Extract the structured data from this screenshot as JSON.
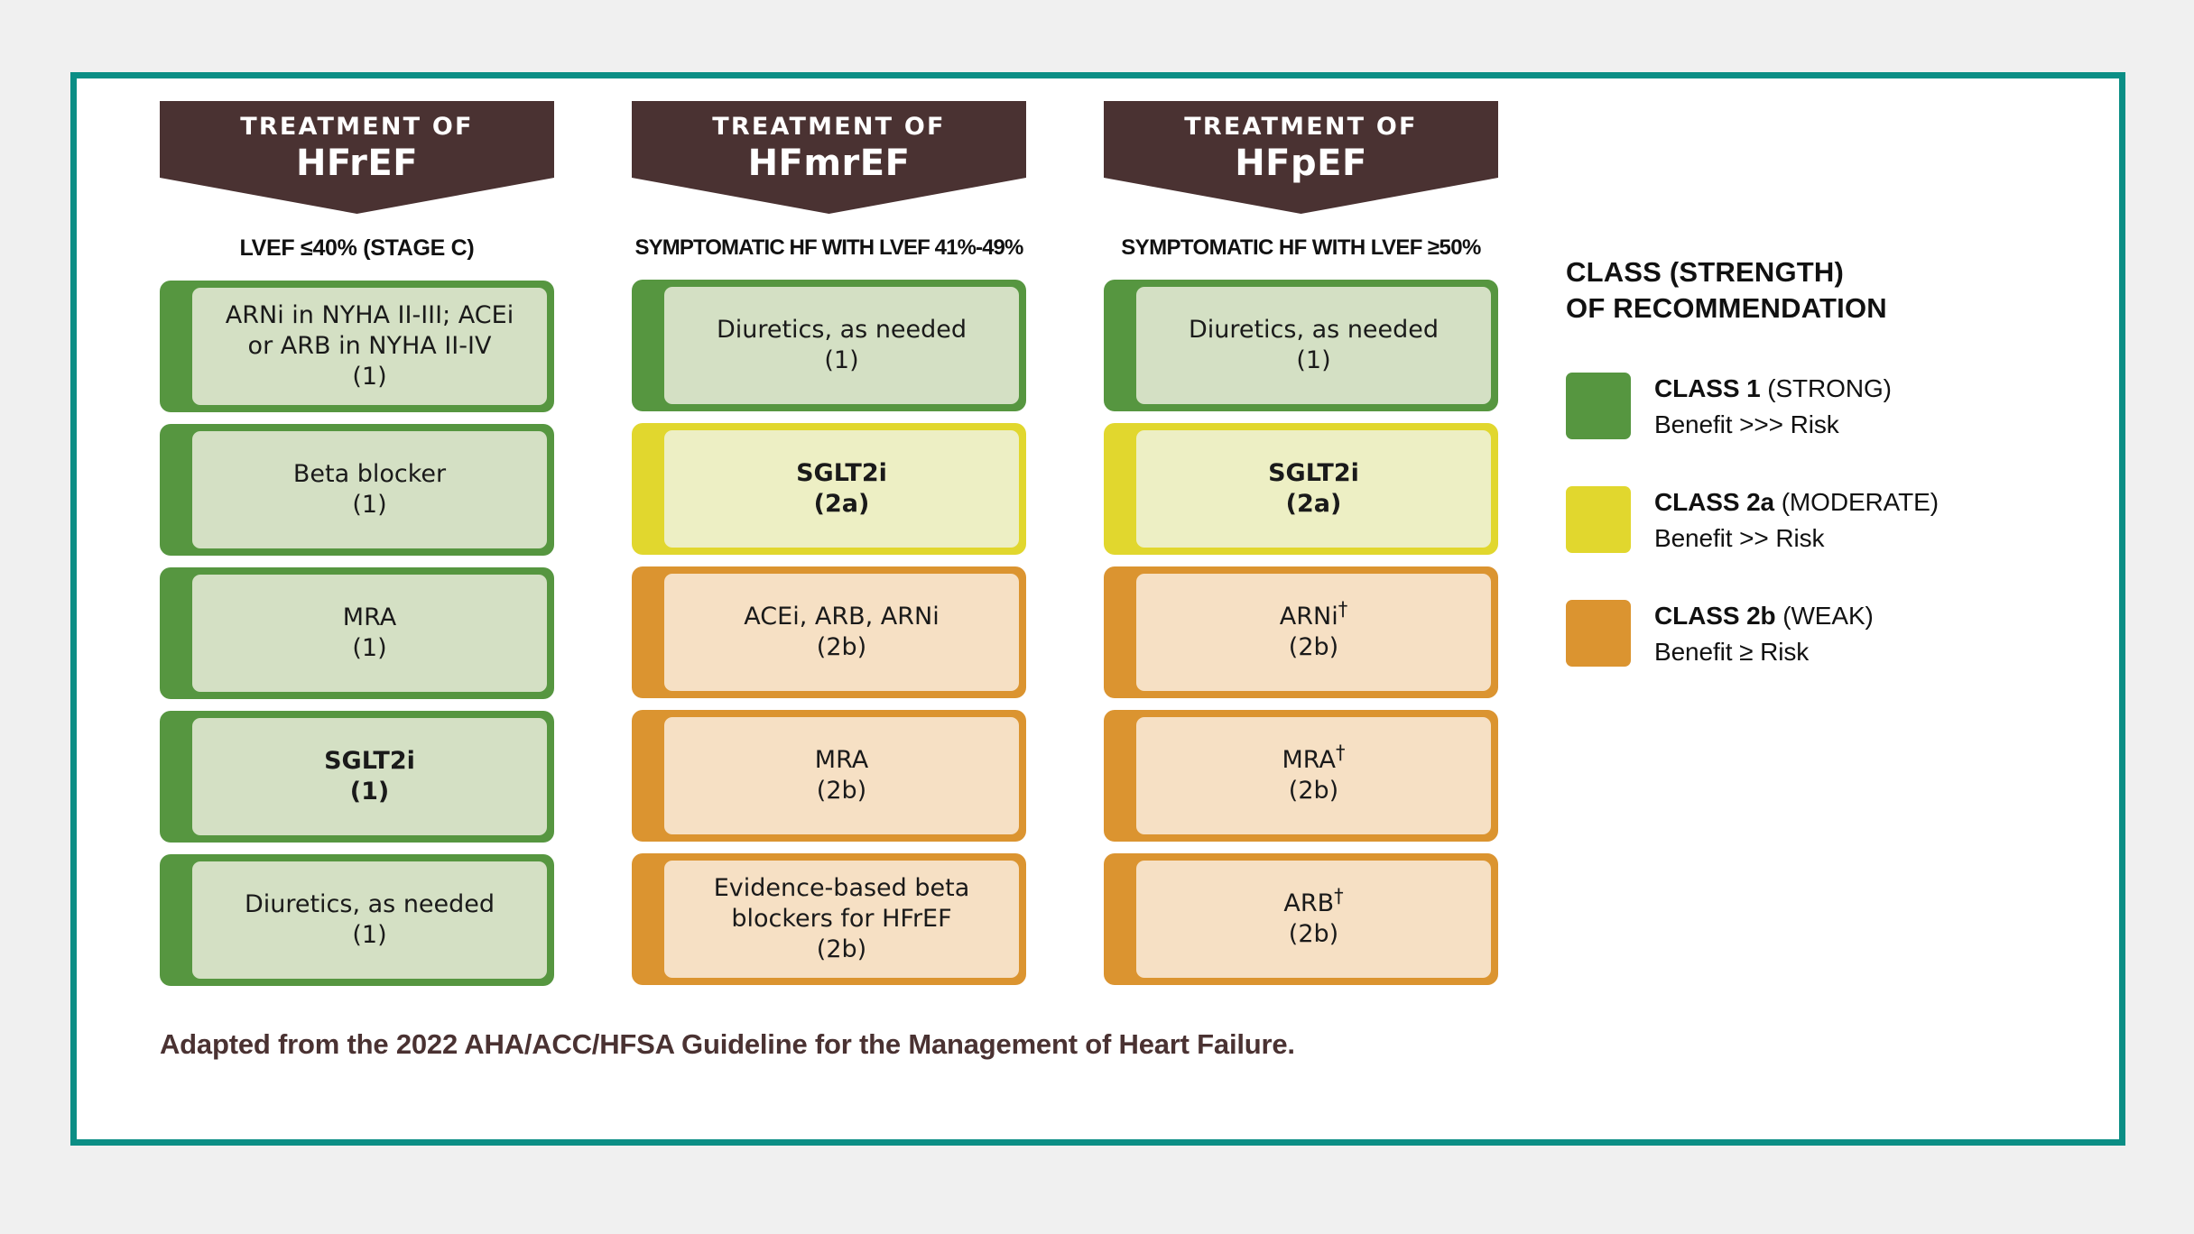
{
  "colors": {
    "frame_border": "#0b8e85",
    "card_background": "#ffffff",
    "page_background": "#f0f0f0",
    "banner": "#4a3232",
    "class1": "#569640",
    "class1_fill": "#d4e0c4",
    "class2a": "#e1d72e",
    "class2a_fill": "#edefc4",
    "class2b": "#db9430",
    "class2b_fill": "#f6e0c4",
    "footer_text": "#4a3232"
  },
  "columns": [
    {
      "banner_sub": "TREATMENT OF",
      "banner_main": "HFrEF",
      "criteria": "LVEF ≤40% (STAGE C)",
      "boxes": [
        {
          "line1": "ARNi in NYHA II-III; ACEi",
          "line2": "or ARB in NYHA II-IV",
          "line3": "(1)",
          "class": "1",
          "bold": false
        },
        {
          "line1": "Beta blocker",
          "line2": "(1)",
          "class": "1",
          "bold": false
        },
        {
          "line1": "MRA",
          "line2": "(1)",
          "class": "1",
          "bold": false
        },
        {
          "line1": "SGLT2i",
          "line2": "(1)",
          "class": "1",
          "bold": true
        },
        {
          "line1": "Diuretics, as needed",
          "line2": "(1)",
          "class": "1",
          "bold": false
        }
      ]
    },
    {
      "banner_sub": "TREATMENT OF",
      "banner_main": "HFmrEF",
      "criteria": "SYMPTOMATIC HF WITH LVEF 41%-49%",
      "boxes": [
        {
          "line1": "Diuretics, as needed",
          "line2": "(1)",
          "class": "1",
          "bold": false
        },
        {
          "line1": "SGLT2i",
          "line2": "(2a)",
          "class": "2a",
          "bold": true
        },
        {
          "line1": "ACEi, ARB, ARNi",
          "line2": "(2b)",
          "class": "2b",
          "bold": false
        },
        {
          "line1": "MRA",
          "line2": "(2b)",
          "class": "2b",
          "bold": false
        },
        {
          "line1": "Evidence-based beta",
          "line2": "blockers for HFrEF",
          "line3": "(2b)",
          "class": "2b",
          "bold": false
        }
      ]
    },
    {
      "banner_sub": "TREATMENT OF",
      "banner_main": "HFpEF",
      "criteria": "SYMPTOMATIC HF WITH LVEF ≥50%",
      "boxes": [
        {
          "line1": "Diuretics, as needed",
          "line2": "(1)",
          "class": "1",
          "bold": false
        },
        {
          "line1": "SGLT2i",
          "line2": "(2a)",
          "class": "2a",
          "bold": true
        },
        {
          "line1": "ARNi",
          "dagger1": true,
          "line2": "(2b)",
          "class": "2b",
          "bold": false
        },
        {
          "line1": "MRA",
          "dagger1": true,
          "line2": "(2b)",
          "class": "2b",
          "bold": false
        },
        {
          "line1": "ARB",
          "dagger1": true,
          "line2": "(2b)",
          "class": "2b",
          "bold": false
        }
      ]
    }
  ],
  "legend": {
    "title_line1": "CLASS (STRENGTH)",
    "title_line2": "OF RECOMMENDATION",
    "items": [
      {
        "strong": "CLASS 1",
        "rest": " (STRONG)",
        "desc": "Benefit >>> Risk",
        "swatch": "sw-1"
      },
      {
        "strong": "CLASS 2a",
        "rest": " (MODERATE)",
        "desc": "Benefit >> Risk",
        "swatch": "sw-2a"
      },
      {
        "strong": "CLASS 2b",
        "rest": " (WEAK)",
        "desc": "Benefit ≥ Risk",
        "swatch": "sw-2b"
      }
    ]
  },
  "footer": "Adapted from the 2022 AHA/ACC/HFSA Guideline for the Management of Heart Failure."
}
